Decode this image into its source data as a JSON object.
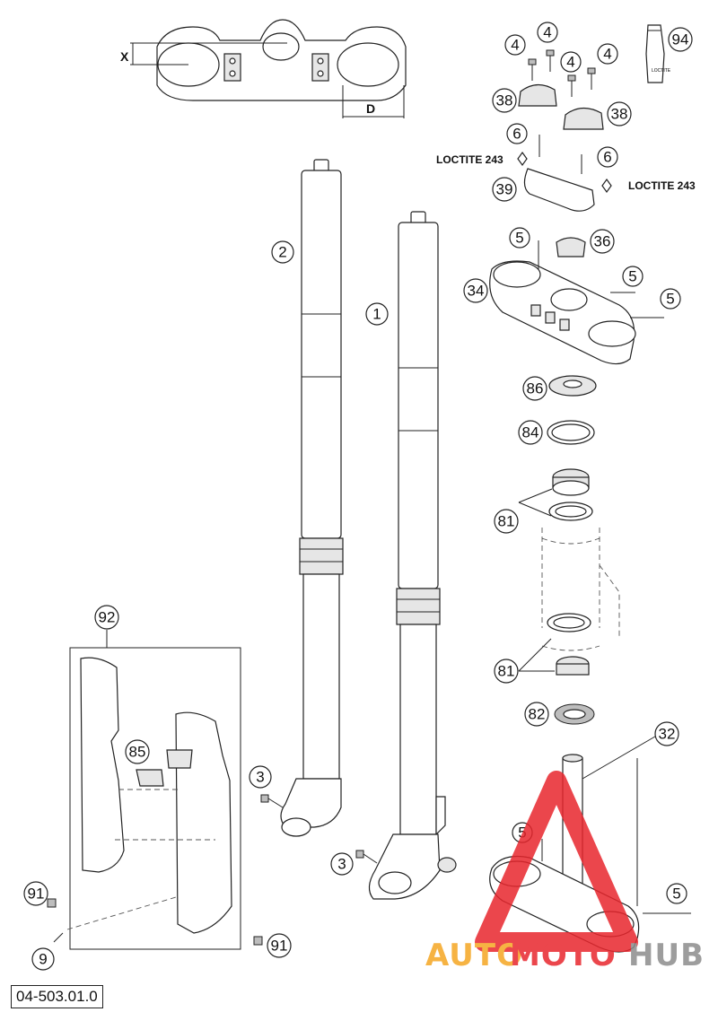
{
  "dimension_labels": {
    "x": "X",
    "d": "D"
  },
  "loctite_left": "LOCTITE 243",
  "loctite_right": "LOCTITE 243",
  "loctite_tube_text": "LOCTITE",
  "document_code": "04-503.01.0",
  "watermark": {
    "part1": "AUTO",
    "part2": "MOTO",
    "part3": "HUB"
  },
  "callouts": {
    "c4a": "4",
    "c4b": "4",
    "c4c": "4",
    "c4d": "4",
    "c94": "94",
    "c38a": "38",
    "c38b": "38",
    "c6a": "6",
    "c6b": "6",
    "c39": "39",
    "c5a": "5",
    "c36": "36",
    "c5b": "5",
    "c34": "34",
    "c5c": "5",
    "c2": "2",
    "c1": "1",
    "c86": "86",
    "c84": "84",
    "c81a": "81",
    "c81b": "81",
    "c82": "82",
    "c32": "32",
    "c92": "92",
    "c85": "85",
    "c3a": "3",
    "c3b": "3",
    "c5d": "5",
    "c5e": "5",
    "c91a": "91",
    "c91b": "91",
    "c9": "9"
  },
  "colors": {
    "watermark_red": "#e8262d",
    "watermark_orange": "#f5a623",
    "watermark_grey": "#8c8c8c",
    "line": "#222222"
  }
}
